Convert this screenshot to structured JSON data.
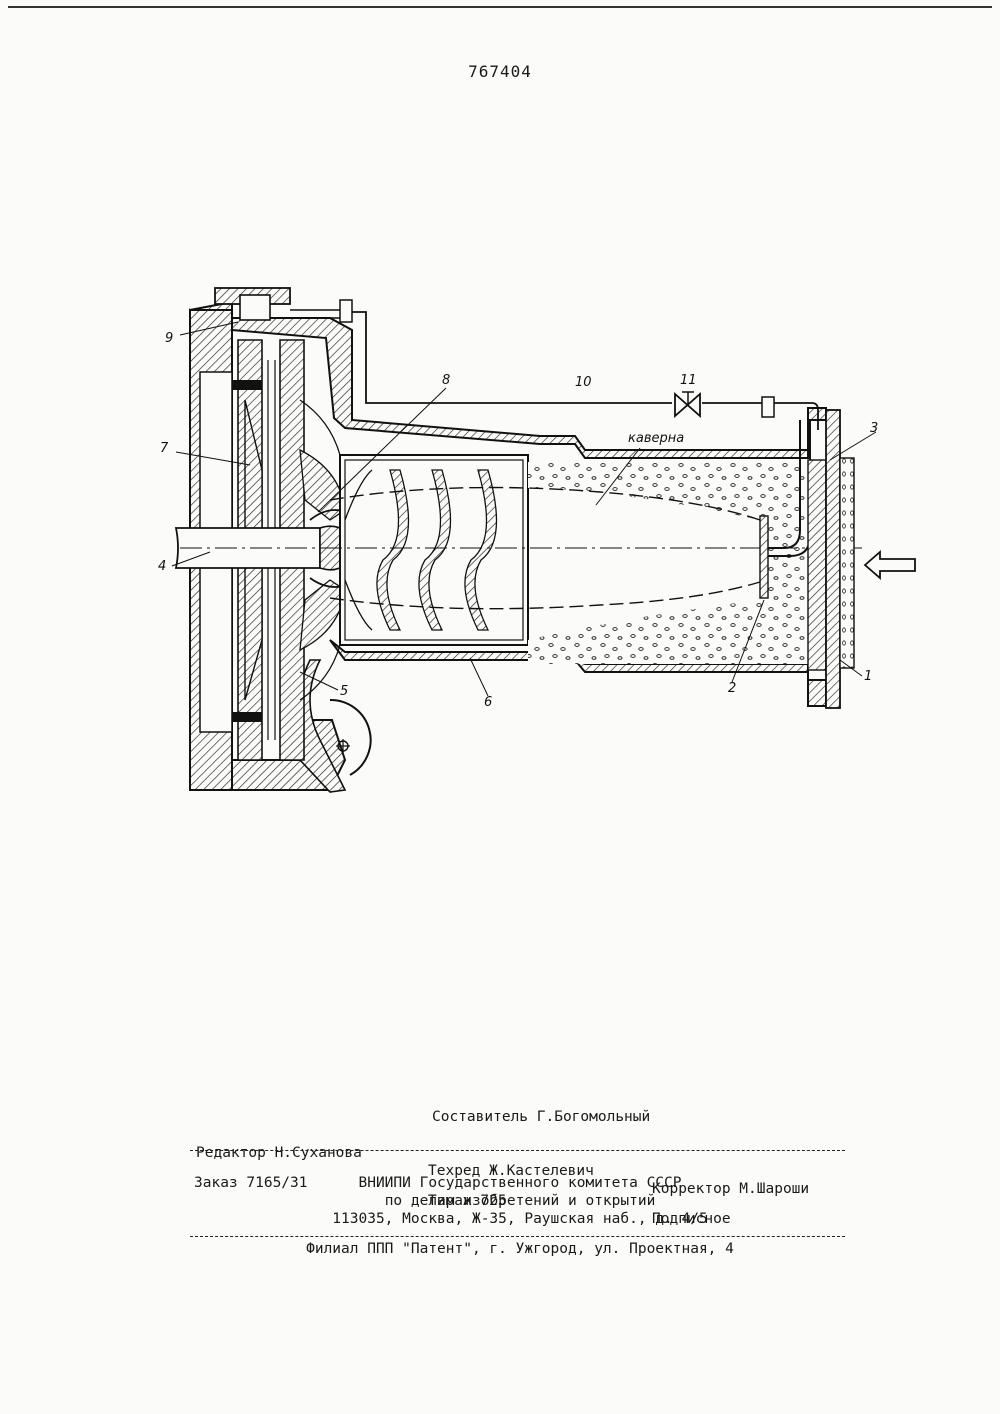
{
  "patent_number": "767404",
  "figure": {
    "labels": {
      "n1": "1",
      "n2": "2",
      "n3": "3",
      "n4": "4",
      "n5": "5",
      "n6": "6",
      "n7": "7",
      "n8": "8",
      "n9": "9",
      "n10": "10",
      "n11": "11",
      "cavity": "каверна"
    },
    "flow_arrow_icon": "arrow-left-icon"
  },
  "imprint": {
    "composer": "Составитель Г.Богомольный",
    "editor": "Редактор Н.Суханова",
    "techred": "Техред Ж.Кастелевич",
    "corrector": "Корректор М.Шароши",
    "order": "Заказ 7165/31",
    "circulation": "Тираж 725",
    "subscription": "Подписное",
    "org_line1": "ВНИИПИ Государственного комитета СССР",
    "org_line2": "по делам изобретений и открытий",
    "address": "113035, Москва, Ж-35, Раушская наб., д. 4/5",
    "branch": "Филиал ППП \"Патент\", г. Ужгород, ул. Проектная, 4"
  }
}
